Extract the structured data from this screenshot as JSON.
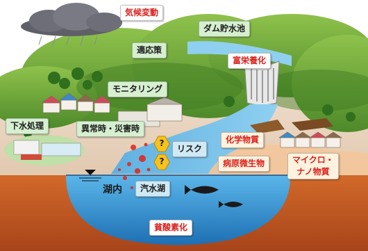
{
  "labels": {
    "climate_change": "気候変動",
    "dam_reservoir": "ダム貯水池",
    "adaptation": "適応策",
    "eutrophication": "富栄養化",
    "monitoring": "モニタリング",
    "sewage_treatment": "下水処理",
    "emergency_disaster": "異常時・災害時",
    "risk": "リスク",
    "chemicals": "化学物質",
    "pathogens": "病原微生物",
    "micro_nano_line1": "マイクロ・",
    "micro_nano_line2": "ナノ物質",
    "lake_interior": "湖内",
    "brackish_lake": "汽水湖",
    "anoxia": "貧酸素化",
    "question_mark": "?"
  },
  "colors": {
    "sky": "#ffffff",
    "cloud": "#6e6e78",
    "hills": "#6fa63a",
    "ground": "#e7d2bd",
    "river": "#69b7e3",
    "lake": "#2e8fcf",
    "soil": "#c45a1d",
    "warning": "#f7c21b",
    "pollution": "#e0231b",
    "label_red": "#d9201b",
    "label_green_bg": "#d6efd0"
  },
  "icons": [
    "cloud-icon",
    "dam-icon",
    "house-icon",
    "tree-icon",
    "factory-icon",
    "fish-icon",
    "water-level-icon",
    "warning-icon",
    "treatment-plant-icon",
    "field-icon"
  ]
}
